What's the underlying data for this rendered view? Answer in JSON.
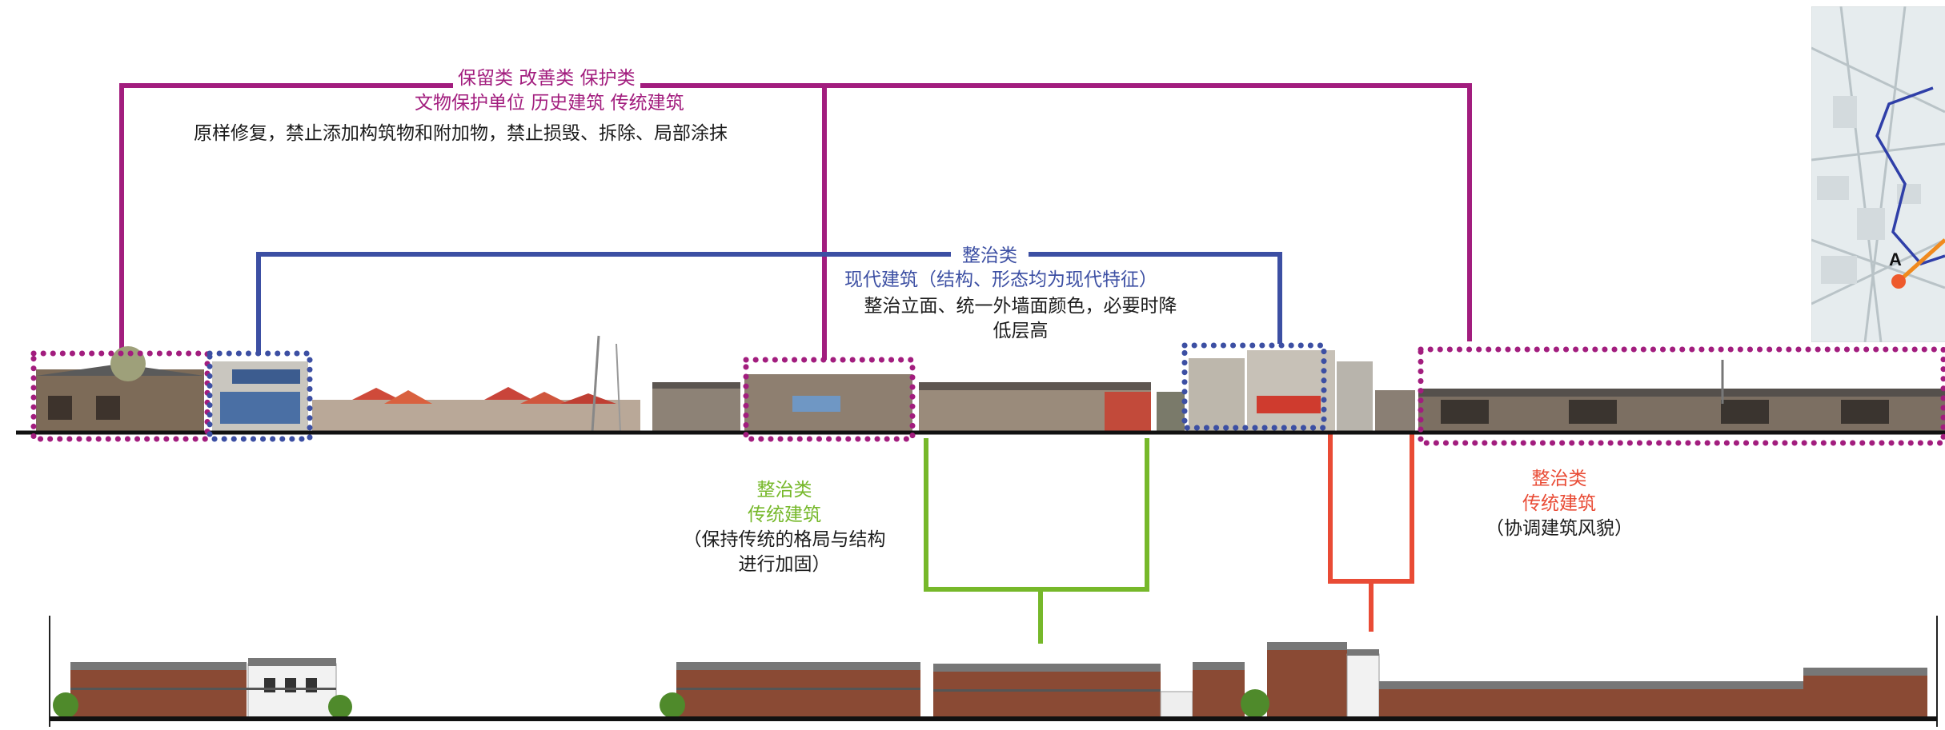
{
  "colors": {
    "purple": "#a21d7e",
    "blue": "#3c4fa3",
    "green": "#76b82a",
    "red": "#e94b35",
    "ground": "#111111",
    "facade": "#8a4a34",
    "roof": "#777777"
  },
  "purple_group": {
    "line1": "保留类  改善类  保护类",
    "line2": "文物保护单位  历史建筑  传统建筑",
    "line3": "原样修复，禁止添加构筑物和附加物，禁止损毁、拆除、局部涂抹"
  },
  "blue_group": {
    "line1": "整治类",
    "line2": "现代建筑（结构、形态均为现代特征）",
    "line3": "整治立面、统一外墙面颜色，必要时降",
    "line4": "低层高"
  },
  "green_group": {
    "line1": "整治类",
    "line2": "传统建筑",
    "line3": "（保持传统的格局与结构",
    "line4": "进行加固）"
  },
  "red_group": {
    "line1": "整治类",
    "line2": "传统建筑",
    "line3": "（协调建筑风貌）"
  },
  "inset_map": {
    "marker_label": "A"
  }
}
